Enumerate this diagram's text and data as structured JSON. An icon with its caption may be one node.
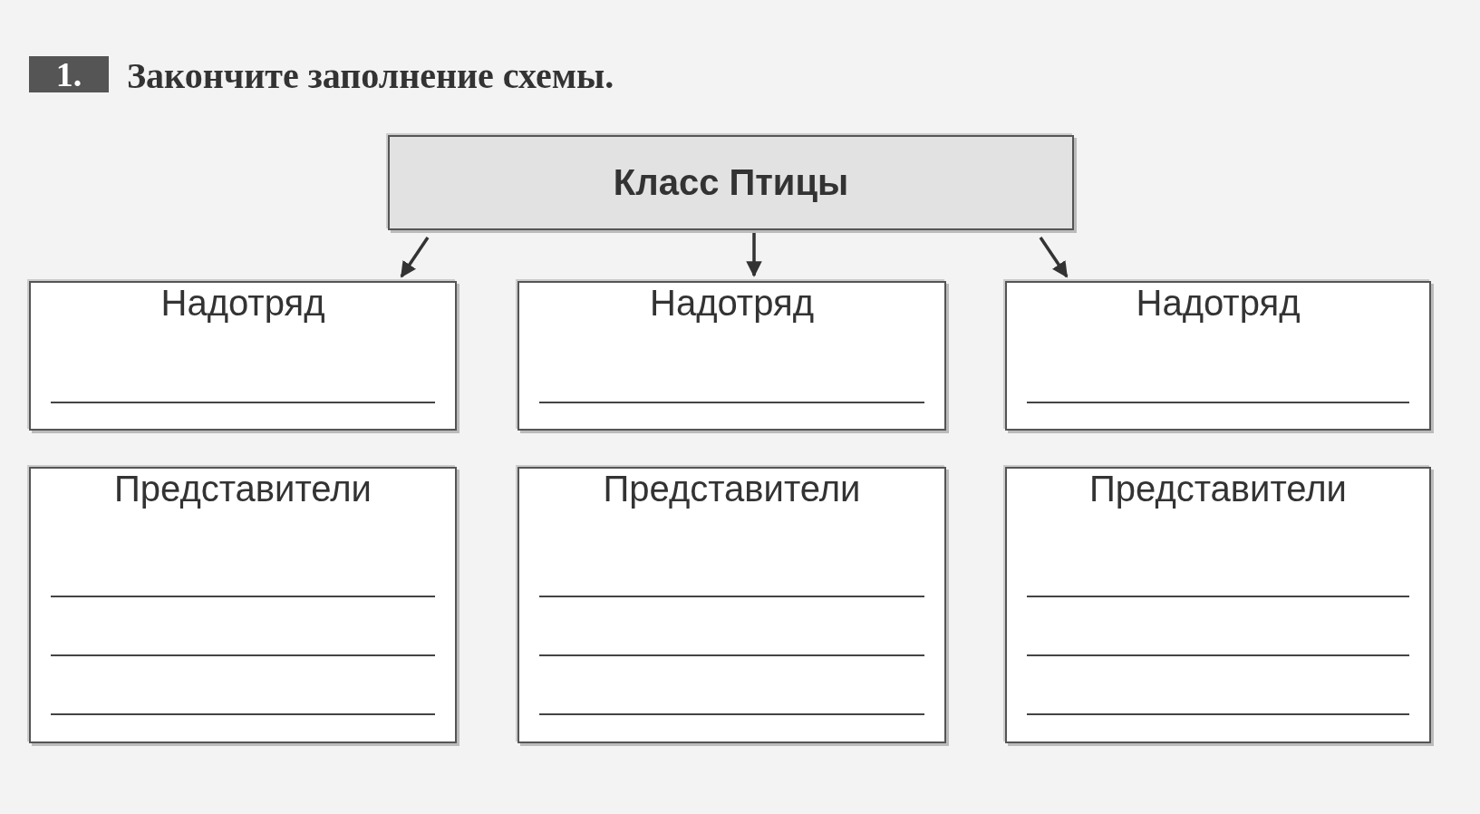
{
  "diagram": {
    "title": "Закончите заполнение схемы.",
    "nodes": [
      {
        "text": [
          "Класс Птицы"
        ]
      },
      {
        "text": [
          "Надотряд"
        ]
      },
      {
        "text": [
          "Надотряд"
        ]
      },
      {
        "text": [
          "Надотряд"
        ]
      },
      {
        "text": [
          "Представители"
        ]
      },
      {
        "text": [
          "Представители"
        ]
      },
      {
        "text": [
          "Представители"
        ]
      }
    ],
    "edges": [
      {
        "from": 0,
        "to": 1,
        "arrow": "to"
      },
      {
        "from": 0,
        "to": 2,
        "arrow": "to"
      },
      {
        "from": 0,
        "to": 3,
        "arrow": "to"
      }
    ],
    "labels": [
      "1."
    ]
  }
}
